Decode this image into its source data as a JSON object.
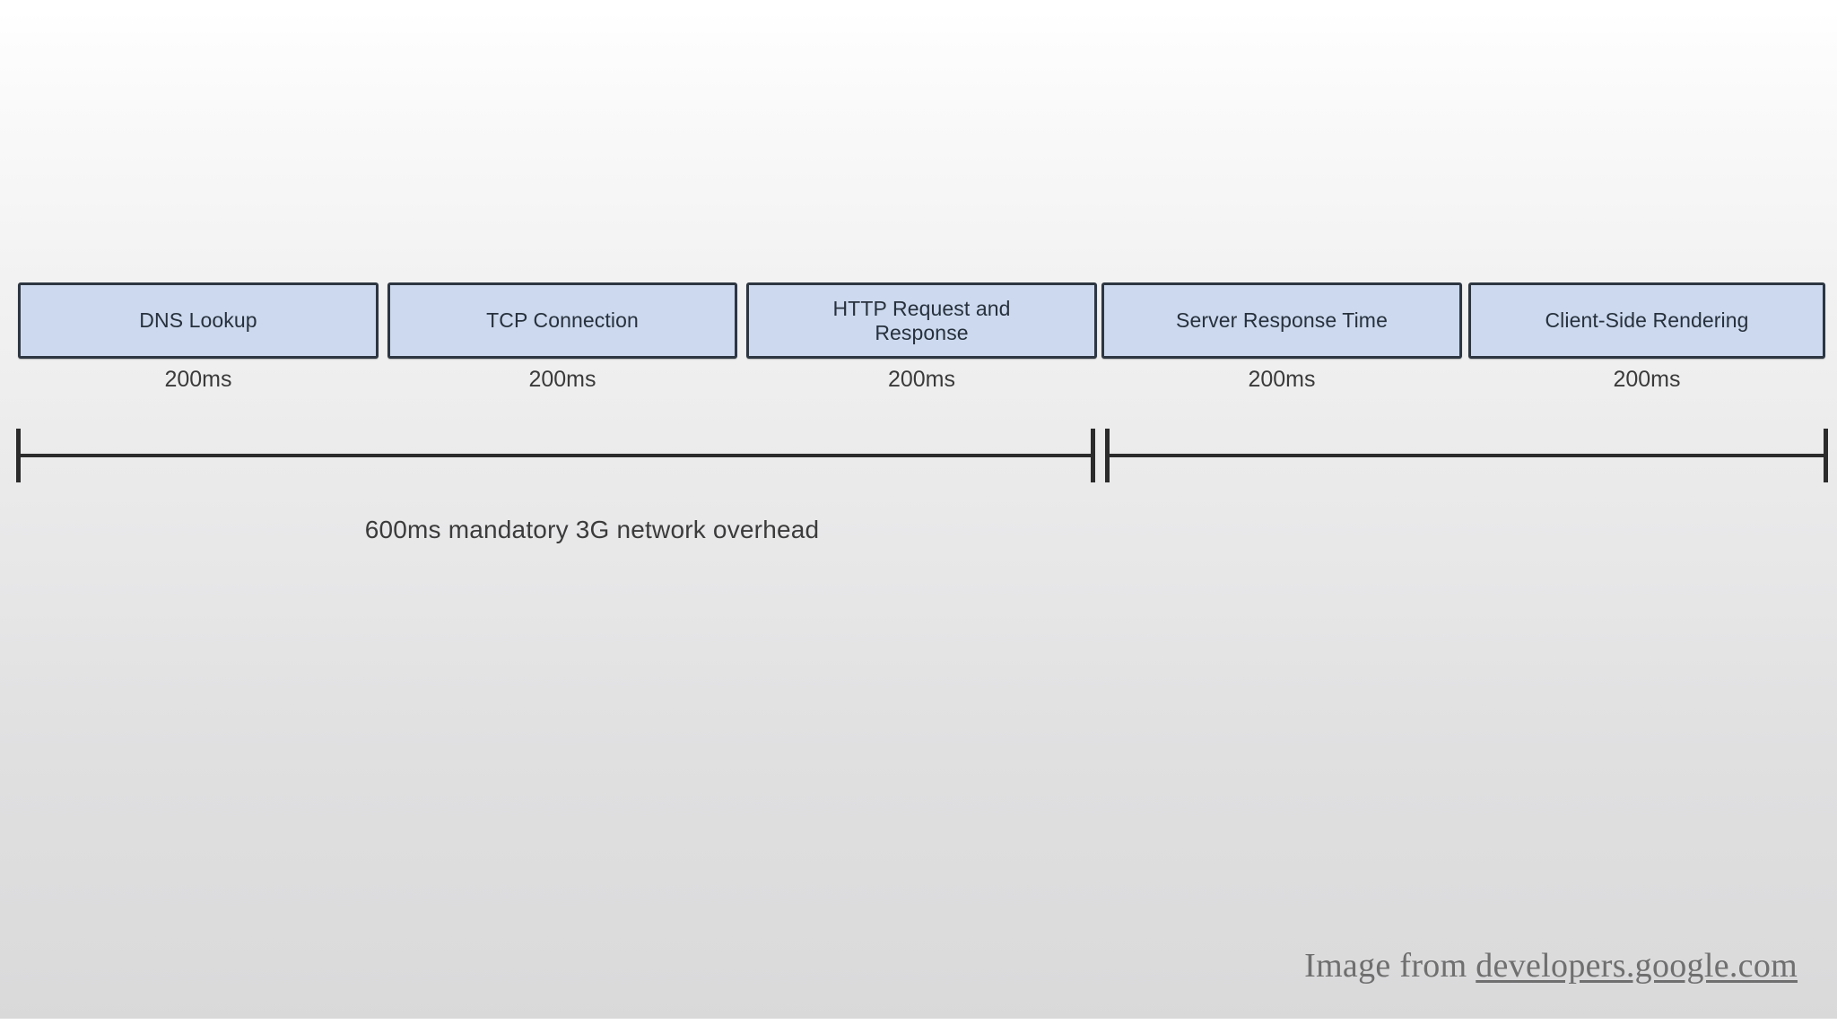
{
  "slide": {
    "background_top_color": "#ffffff",
    "background_bottom_color": "#d9d9da"
  },
  "diagram": {
    "box_fill_color": "#ccd9ee",
    "box_border_color": "#2d3641",
    "ruler_color": "#2b2b2b",
    "stages": [
      {
        "label": "DNS Lookup",
        "duration": "200ms"
      },
      {
        "label": "TCP Connection",
        "duration": "200ms"
      },
      {
        "label": "HTTP Request and\nResponse",
        "duration": "200ms"
      },
      {
        "label": "Server Response Time",
        "duration": "200ms"
      },
      {
        "label": "Client-Side Rendering",
        "duration": "200ms"
      }
    ],
    "ruler_caption": "600ms mandatory 3G network overhead"
  },
  "attribution": {
    "prefix": "Image from ",
    "link": "developers.google.com"
  }
}
